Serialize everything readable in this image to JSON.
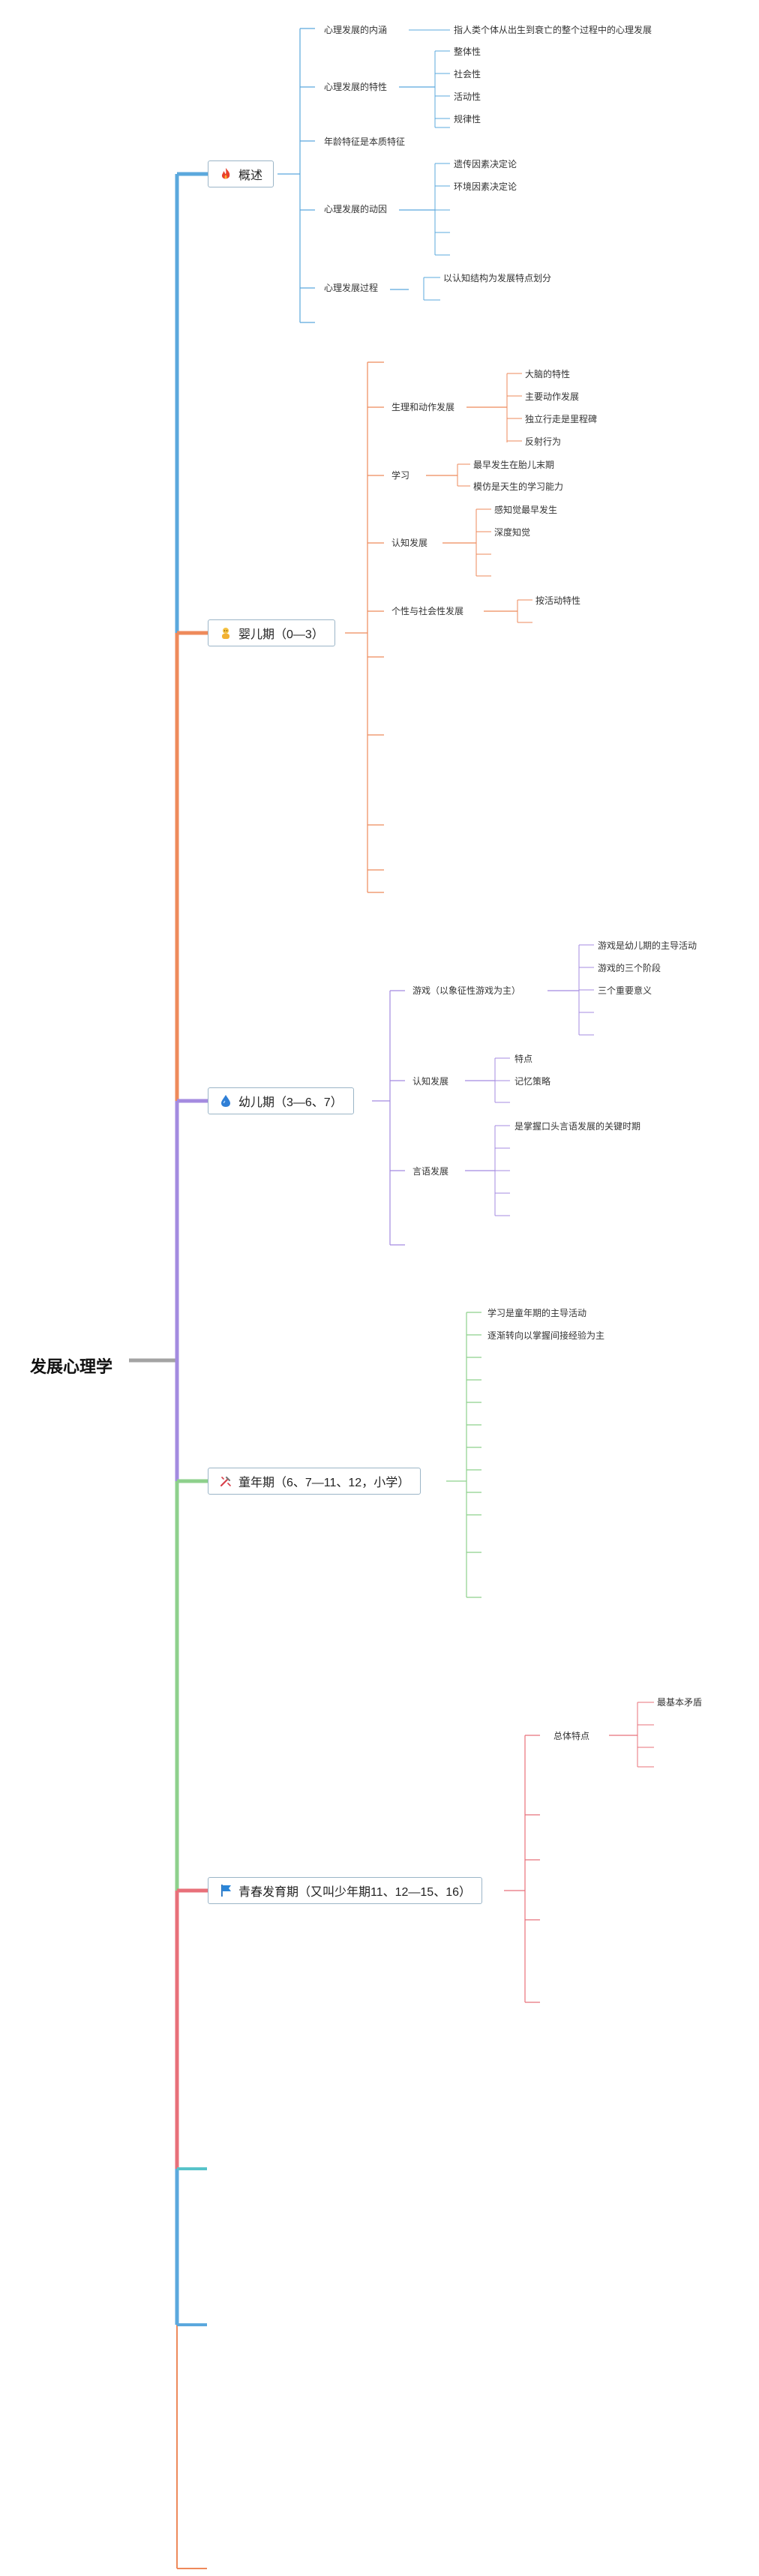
{
  "root": "发展心理学",
  "branches": {
    "b1": {
      "title": "概述",
      "icon": "fire-icon",
      "color": "#5ba8dd",
      "children": {
        "c1": {
          "label": "心理发展的内涵",
          "children": {
            "d1": "指人类个体从出生到衰亡的整个过程中的心理发展"
          }
        },
        "c2": {
          "label": "心理发展的特性",
          "children": {
            "d1": "整体性",
            "d2": "社会性",
            "d3": "活动性",
            "d4": "规律性"
          }
        },
        "c3": {
          "label": "年龄特征是本质特征"
        },
        "c4": {
          "label": "心理发展的动因",
          "children": {
            "d1": "遗传因素决定论",
            "d2": "环境因素决定论"
          }
        },
        "c5": {
          "label": "心理发展过程",
          "children": {
            "d1": "以认知结构为发展特点划分"
          }
        }
      }
    },
    "b2": {
      "title": "婴儿期（0—3）",
      "icon": "baby-icon",
      "color": "#ee8a5b",
      "children": {
        "c1": {
          "label": "生理和动作发展",
          "children": {
            "d1": "大脑的特性",
            "d2": "主要动作发展",
            "d3": "独立行走是里程碑",
            "d4": "反射行为"
          }
        },
        "c2": {
          "label": "学习",
          "children": {
            "d1": "最早发生在胎儿末期",
            "d2": "模仿是天生的学习能力"
          }
        },
        "c3": {
          "label": "认知发展",
          "children": {
            "d1": "感知觉最早发生",
            "d2": "深度知觉"
          }
        },
        "c4": {
          "label": "个性与社会性发展",
          "children": {
            "d1": "按活动特性"
          }
        }
      }
    },
    "b3": {
      "title": "幼儿期（3—6、7）",
      "icon": "drop-icon",
      "color": "#a48be0",
      "children": {
        "c1": {
          "label": "游戏（以象征性游戏为主）",
          "children": {
            "d1": "游戏是幼儿期的主导活动",
            "d2": "游戏的三个阶段",
            "d3": "三个重要意义"
          }
        },
        "c2": {
          "label": "认知发展",
          "children": {
            "d1": "特点",
            "d2": "记忆策略"
          }
        },
        "c3": {
          "label": "言语发展",
          "children": {
            "d1": "是掌握口头言语发展的关键时期"
          }
        }
      }
    },
    "b4": {
      "title": "童年期（6、7—11、12，小学）",
      "icon": "tools-icon",
      "color": "#8ed08c",
      "children": {
        "d1": "学习是童年期的主导活动",
        "d2": "逐渐转向以掌握间接经验为主"
      }
    },
    "b5": {
      "title": "青春发育期（又叫少年期11、12—15、16）",
      "icon": "flag-icon",
      "color": "#e8707a",
      "children": {
        "c1": {
          "label": "总体特点",
          "children": {
            "d1": "最基本矛盾"
          }
        }
      }
    }
  }
}
